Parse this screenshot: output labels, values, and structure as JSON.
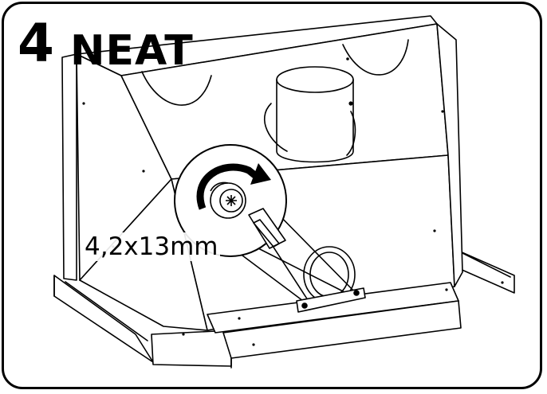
{
  "header": {
    "step_number": "4",
    "step_word": "NEAT"
  },
  "callout": {
    "screw_spec": "4,2x13mm"
  },
  "icons": [
    "screwdriver-icon",
    "rotation-arrow-icon",
    "screw-icon"
  ],
  "colors": {
    "line": "#000000",
    "background": "#ffffff"
  }
}
